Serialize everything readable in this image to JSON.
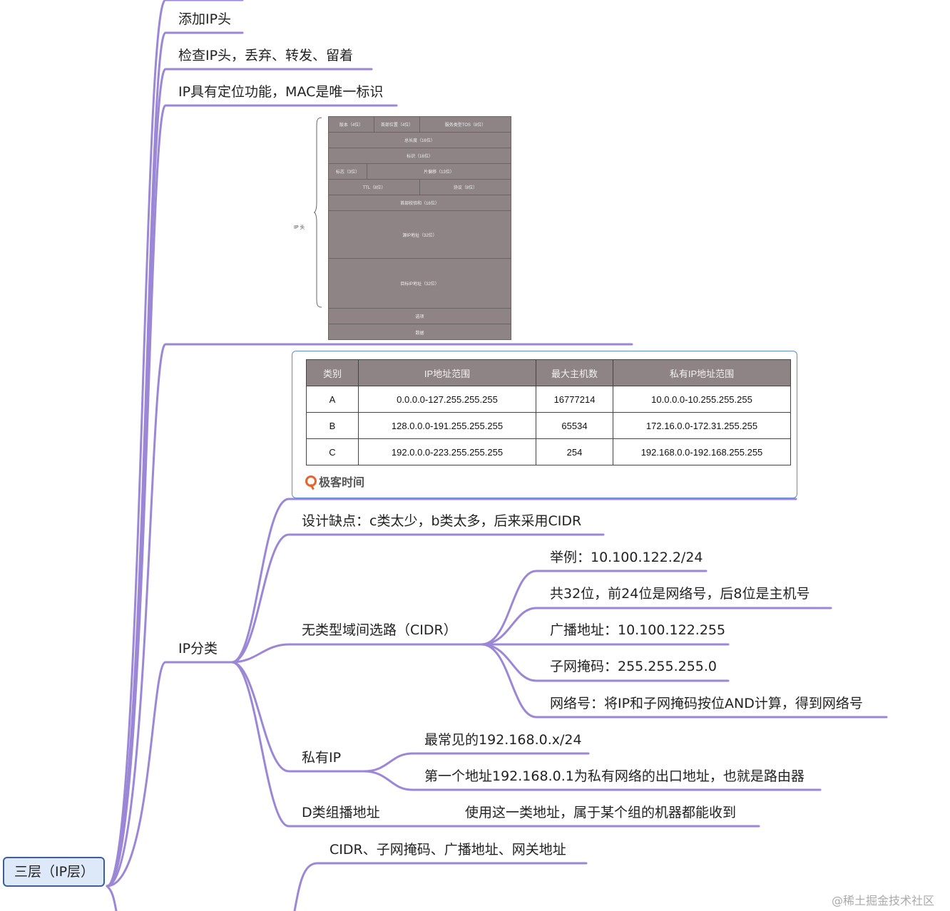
{
  "root": {
    "label": "三层（IP层）"
  },
  "nodes": {
    "add_ip_header": "添加IP头",
    "check_ip_header": "检查IP头，丢弃、转发、留着",
    "ip_locating": "IP具有定位功能，MAC是唯一标识",
    "ip_class": "IP分类",
    "design_flaw": "设计缺点：c类太少，b类太多，后来采用CIDR",
    "cidr": "无类型域间选路（CIDR）",
    "cidr_example": "举例：10.100.122.2/24",
    "cidr_bits": "共32位，前24位是网络号，后8位是主机号",
    "cidr_broadcast": "广播地址：10.100.122.255",
    "cidr_mask": "子网掩码：255.255.255.0",
    "cidr_netid": "网络号：将IP和子网掩码按位AND计算，得到网络号",
    "private_ip": "私有IP",
    "private_common": "最常见的192.168.0.x/24",
    "private_first": "第一个地址192.168.0.1为私有网络的出口地址，也就是路由器",
    "class_d": "D类组播地址",
    "class_d_desc": "使用这一类地址，属于某个组的机器都能收到",
    "cidr_terms": "CIDR、子网掩码、广播地址、网关地址"
  },
  "ip_header": {
    "label": "IP 头",
    "fields": [
      [
        "版本（4位）",
        "首部位置（4位）",
        "服务类型TOS（8位）"
      ],
      [
        "总长度（16位）"
      ],
      [
        "标识（16位）"
      ],
      [
        "标志（3位）",
        "片偏移（13位）"
      ],
      [
        "TTL（8位）",
        "协议（8位）"
      ],
      [
        "首部校验和（16位）"
      ],
      [
        "源IP地址（32位）"
      ],
      [
        "目标IP地址（32位）"
      ],
      [
        "选项"
      ],
      [
        "数据"
      ]
    ]
  },
  "class_table": {
    "headers": [
      "类别",
      "IP地址范围",
      "最大主机数",
      "私有IP地址范围"
    ],
    "rows": [
      [
        "A",
        "0.0.0.0-127.255.255.255",
        "16777214",
        "10.0.0.0-10.255.255.255"
      ],
      [
        "B",
        "128.0.0.0-191.255.255.255",
        "65534",
        "172.16.0.0-172.31.255.255"
      ],
      [
        "C",
        "192.0.0.0-223.255.255.255",
        "254",
        "192.168.0.0-192.168.255.255"
      ]
    ],
    "brand": "极客时间"
  },
  "watermark": "@稀土掘金技术社区",
  "colors": {
    "edge": "#9b87d6",
    "root_border": "#3d5f9a",
    "root_fill": "#dde9f8",
    "table_header": "#8e8485",
    "card_border": "#5a8fd6"
  }
}
